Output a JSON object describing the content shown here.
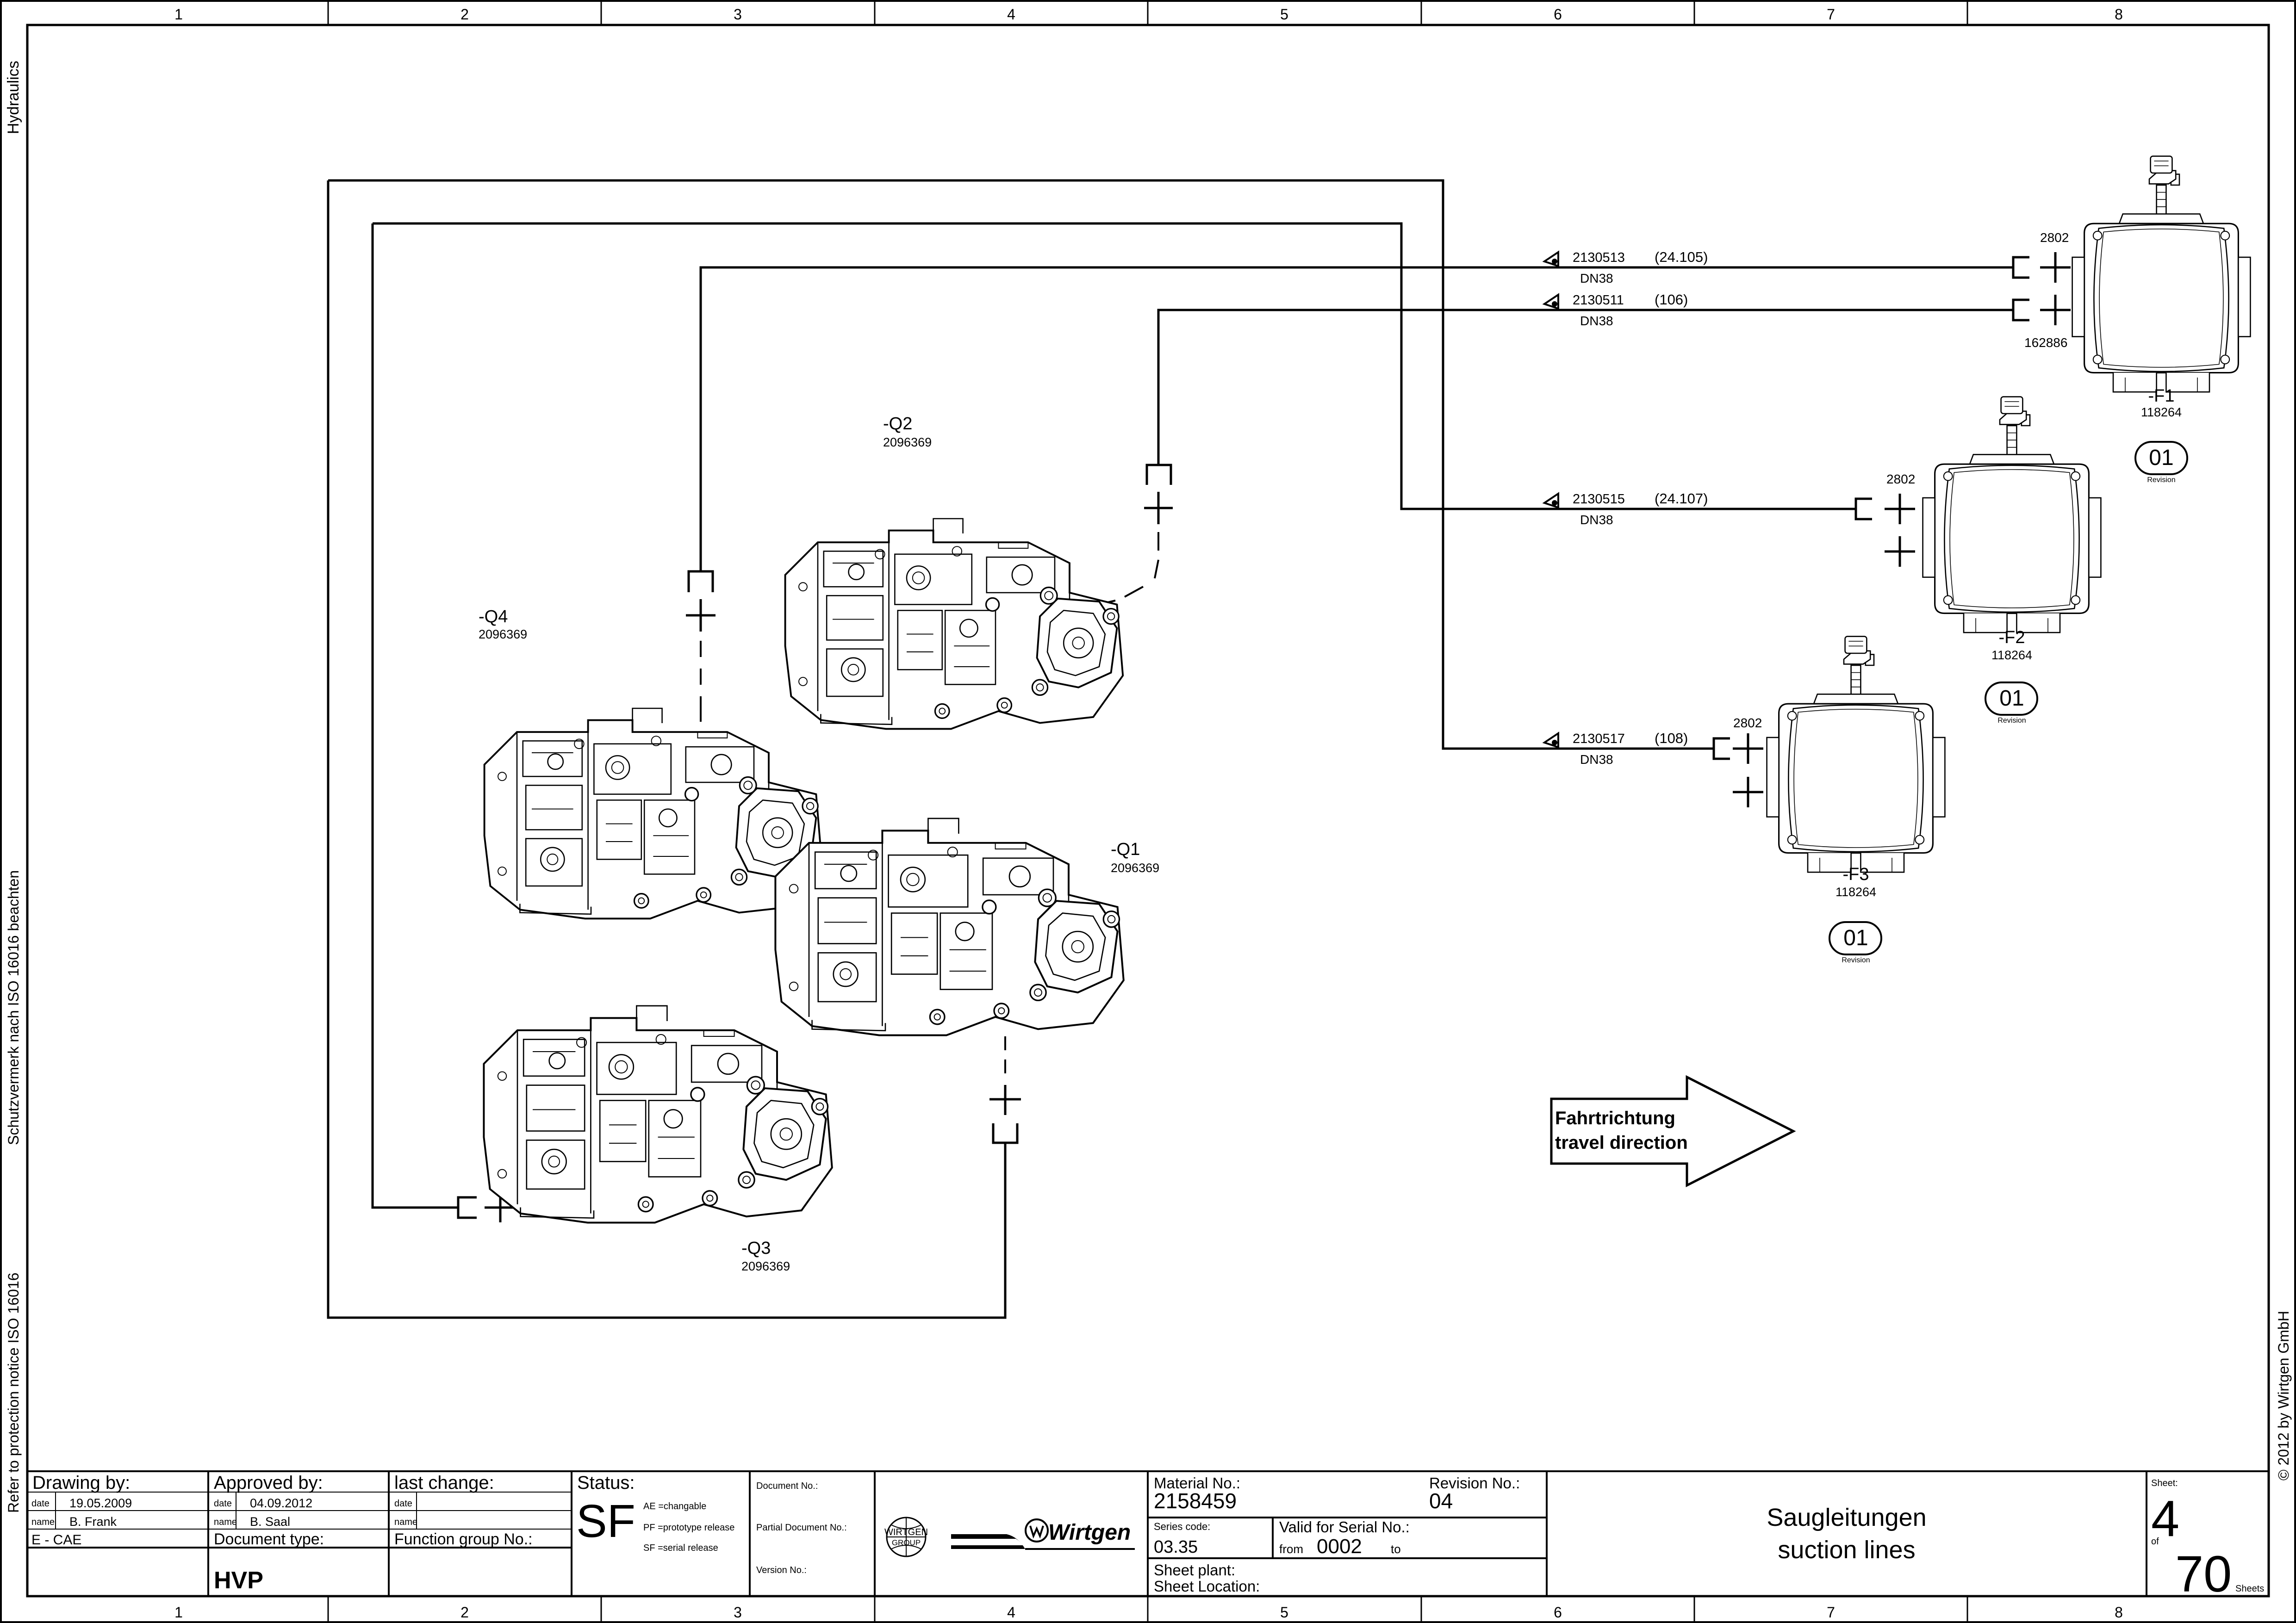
{
  "frame": {
    "columns": [
      "1",
      "2",
      "3",
      "4",
      "5",
      "6",
      "7",
      "8"
    ],
    "side_left_top": "Hydraulics",
    "side_left_mid": "Schutzvermerk nach ISO 16016 beachten",
    "side_left_bottom": "Refer to protection notice ISO 16016",
    "side_right": "© 2012 by Wirtgen GmbH"
  },
  "pumps": [
    {
      "tag": "-Q1",
      "num": "2096369"
    },
    {
      "tag": "-Q2",
      "num": "2096369"
    },
    {
      "tag": "-Q3",
      "num": "2096369"
    },
    {
      "tag": "-Q4",
      "num": "2096369"
    }
  ],
  "lines": [
    {
      "part": "2130513",
      "ref": "(24.105)",
      "size": "DN38"
    },
    {
      "part": "2130511",
      "ref": "(106)",
      "size": "DN38"
    },
    {
      "part": "2130515",
      "ref": "(24.107)",
      "size": "DN38"
    },
    {
      "part": "2130517",
      "ref": "(108)",
      "size": "DN38"
    }
  ],
  "fittings": {
    "a": "2802",
    "b": "162886"
  },
  "filters": [
    {
      "tag": "-F1",
      "num": "118264",
      "rev": "01",
      "rev_label": "Revision"
    },
    {
      "tag": "-F2",
      "num": "118264",
      "rev": "01",
      "rev_label": "Revision"
    },
    {
      "tag": "-F3",
      "num": "118264",
      "rev": "01",
      "rev_label": "Revision"
    }
  ],
  "arrow": {
    "line1": "Fahrtrichtung",
    "line2": "travel direction"
  },
  "title_block": {
    "drawing_by_label": "Drawing by:",
    "approved_by_label": "Approved by:",
    "last_change_label": "last change:",
    "date_label": "date",
    "name_label": "name",
    "drawn_date": "19.05.2009",
    "drawn_name": "B. Frank",
    "approved_date": "04.09.2012",
    "approved_name": "B. Saal",
    "dept": "E - CAE",
    "doc_type_label": "Document type:",
    "doc_type": "HVP",
    "function_group_label": "Function group No.:",
    "status_label": "Status:",
    "status": "SF",
    "status_ae": "AE =changable",
    "status_pf": "PF =prototype release",
    "status_sf": "SF =serial release",
    "document_no_label": "Document No.:",
    "partial_doc_label": "Partial Document No.:",
    "version_label": "Version No.:",
    "logo_group_top": "WIRTGEN",
    "logo_group_bottom": "GROUP",
    "logo_brand": "Wirtgen",
    "material_no_label": "Material No.:",
    "material_no": "2158459",
    "revision_no_label": "Revision No.:",
    "revision_no": "04",
    "series_code_label": "Series code:",
    "series_code": "03.35",
    "valid_serial_label": "Valid for Serial No.:",
    "from_label": "from",
    "from_value": "0002",
    "to_label": "to",
    "sheet_plant_label": "Sheet plant:",
    "sheet_location_label": "Sheet Location:",
    "title_de": "Saugleitungen",
    "title_en": "suction lines",
    "sheet_label": "Sheet:",
    "sheet_no": "4",
    "of_label": "of",
    "sheets_total": "70",
    "sheets_label": "Sheets"
  }
}
